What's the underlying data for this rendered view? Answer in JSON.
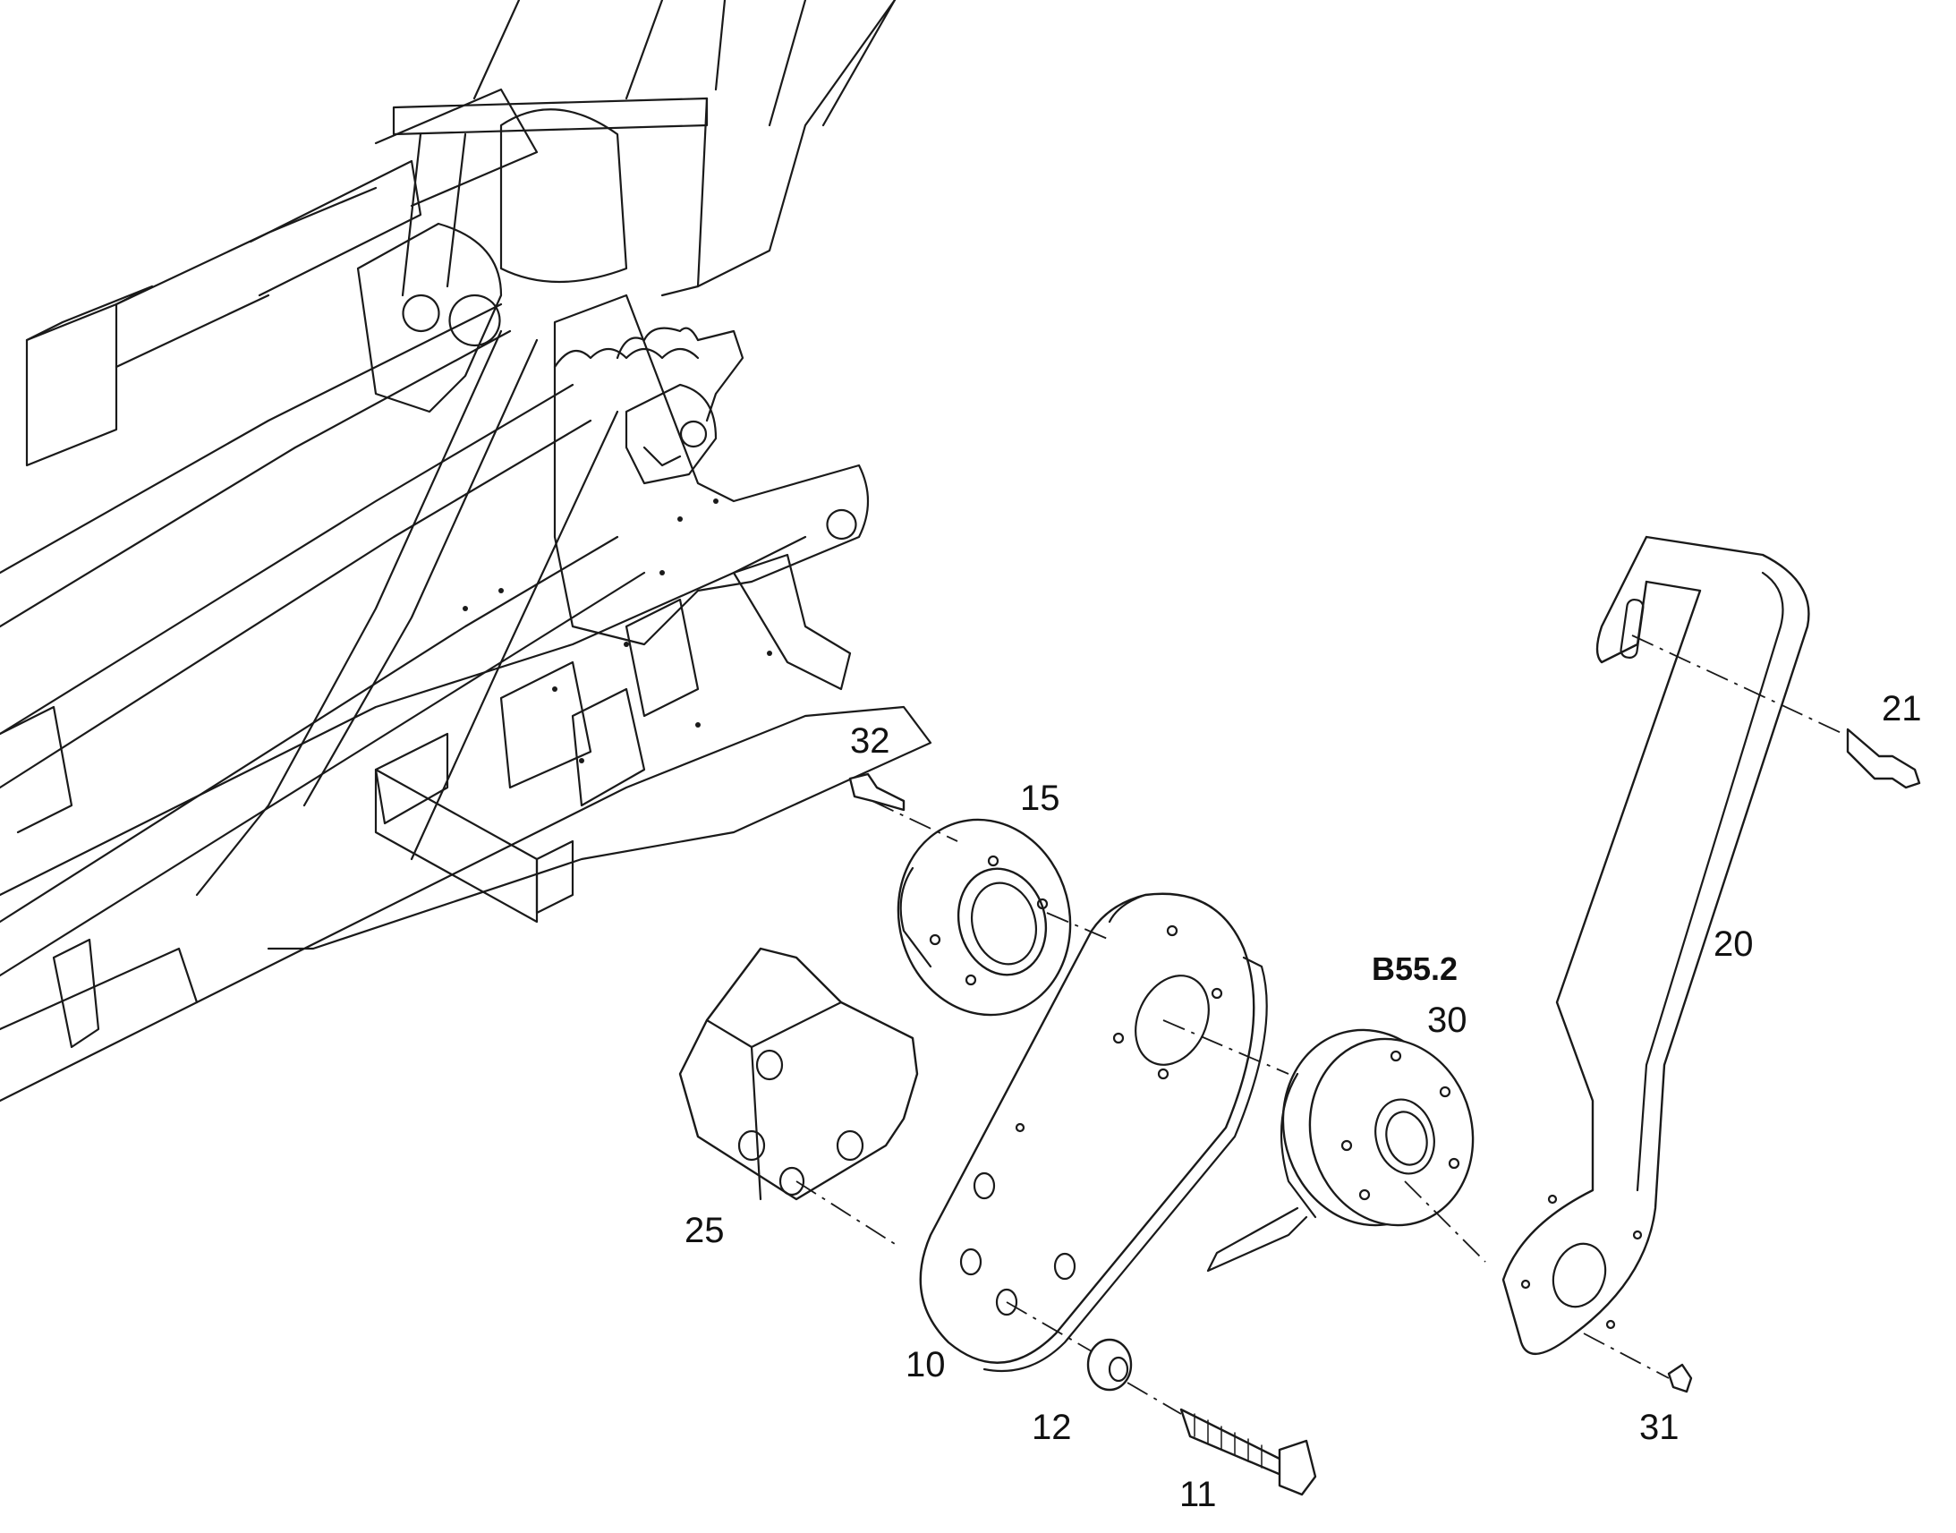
{
  "callouts": [
    {
      "id": "32",
      "text": "32"
    },
    {
      "id": "15",
      "text": "15"
    },
    {
      "id": "21",
      "text": "21"
    },
    {
      "id": "20",
      "text": "20"
    },
    {
      "id": "B55.2",
      "text": "B55.2"
    },
    {
      "id": "30",
      "text": "30"
    },
    {
      "id": "25",
      "text": "25"
    },
    {
      "id": "10",
      "text": "10"
    },
    {
      "id": "12",
      "text": "12"
    },
    {
      "id": "11",
      "text": "11"
    },
    {
      "id": "31",
      "text": "31"
    }
  ]
}
